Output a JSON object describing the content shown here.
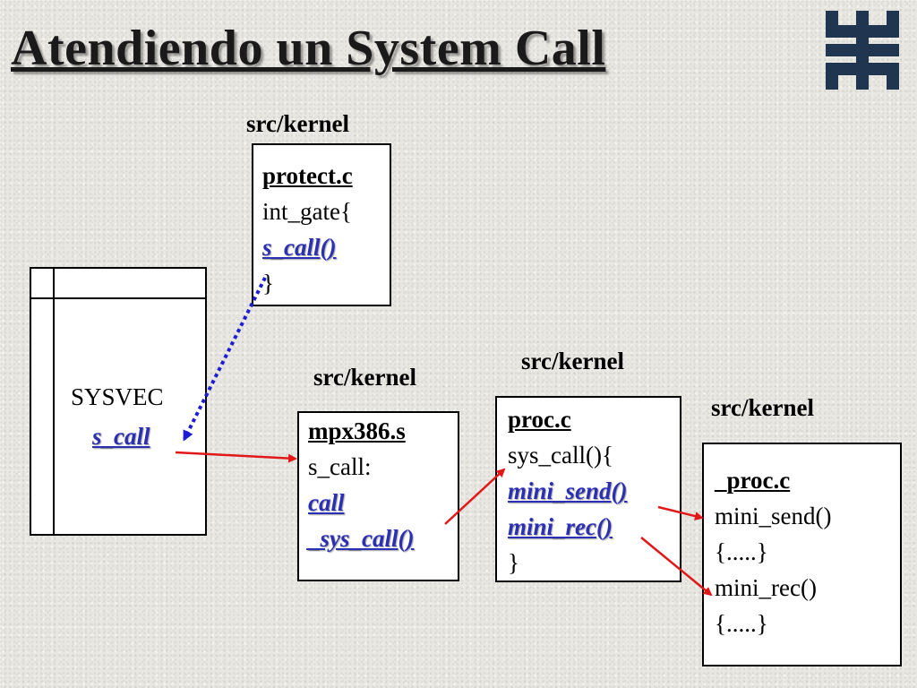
{
  "title": "Atendiendo un System Call",
  "sysvec": {
    "label": "SYSVEC",
    "entry": "s_call"
  },
  "boxes": {
    "protect": {
      "dir": "src/kernel",
      "file": "protect.c",
      "line1": "int_gate{",
      "call": "s_call()",
      "close": "}"
    },
    "mpx": {
      "dir": "src/kernel",
      "file": "mpx386.s",
      "line1": "s_call:",
      "call1": "call",
      "call2": "_sys_call()"
    },
    "proc": {
      "dir": "src/kernel",
      "file": "proc.c",
      "line1": "sys_call(){",
      "call1": "mini_send()",
      "call2": "mini_rec()",
      "close": "}"
    },
    "uproc": {
      "dir": "src/kernel",
      "file": "_proc.c",
      "line1": "mini_send()",
      "line2": "{.....}",
      "line3": "mini_rec()",
      "line4": "{.....}"
    }
  },
  "colors": {
    "highlight": "#2b2fb3",
    "arrow_red": "#e01818",
    "arrow_blue": "#1c1cd4",
    "logo": "#1f3550"
  }
}
